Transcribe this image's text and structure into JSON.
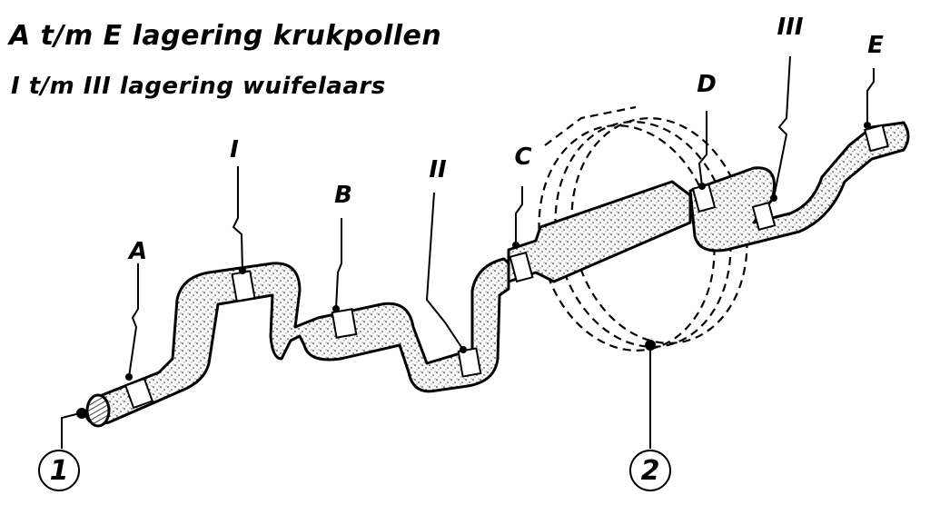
{
  "title": {
    "line1": "A t/m E lagering krukpollen",
    "line2": "I t/m III lagering wuifelaars"
  },
  "bearing_labels": {
    "A": "A",
    "B": "B",
    "C": "C",
    "D": "D",
    "E": "E",
    "I": "I",
    "II": "II",
    "III": "III"
  },
  "callouts": {
    "one": "1",
    "two": "2"
  }
}
